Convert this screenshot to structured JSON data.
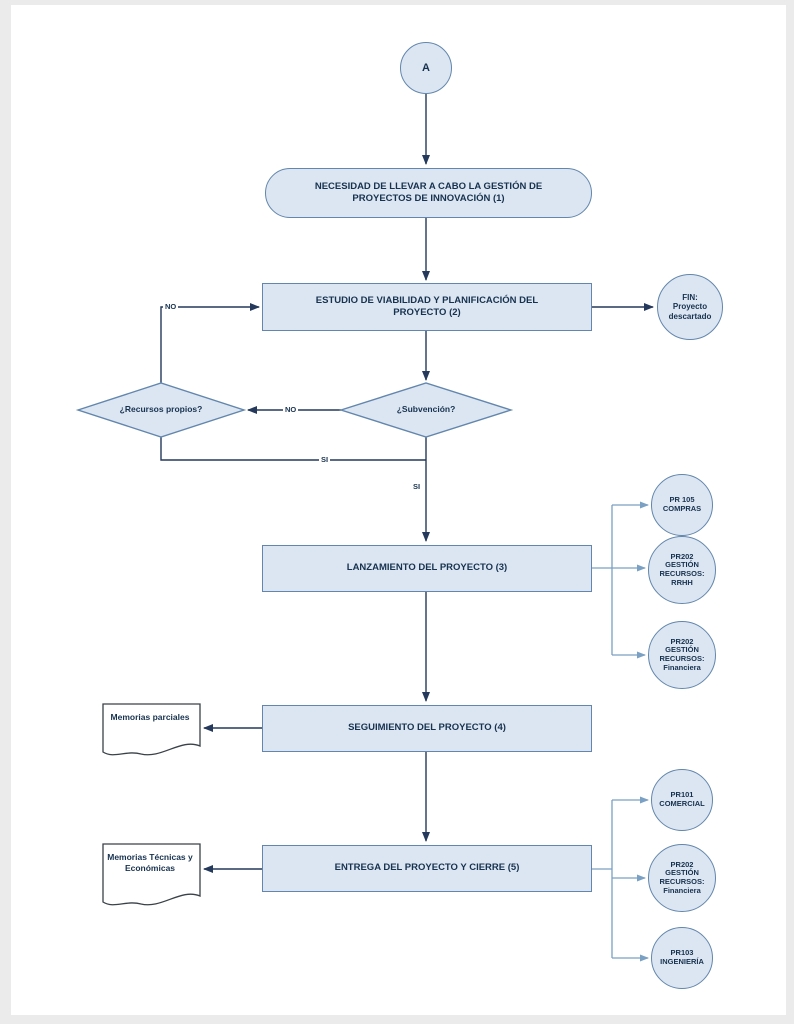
{
  "page": {
    "connector_label": "A",
    "terminator_start": "NECESIDAD DE LLEVAR A CABO LA GESTIÓN DE PROYECTOS DE INNOVACIÓN (1)",
    "step2": "ESTUDIO DE VIABILIDAD Y PLANIFICACIÓN DEL PROYECTO (2)",
    "fin": "FIN: Proyecto descartado",
    "decision_subvencion": "¿Subvención?",
    "decision_recursos": "¿Recursos propios?",
    "step3": "LANZAMIENTO DEL PROYECTO (3)",
    "step4": "SEGUIMIENTO DEL PROYECTO (4)",
    "step5": "ENTREGA DEL PROYECTO Y CIERRE (5)",
    "doc_step4": "Memorias parciales",
    "doc_step5": "Memorias Técnicas y Económicas",
    "labels": {
      "no_to_step2": "NO",
      "no_to_recursos": "NO",
      "si_from_recursos": "SI",
      "si_from_subvencion": "SI"
    },
    "refs_step3": [
      "PR 105 COMPRAS",
      "PR202 GESTIÓN RECURSOS: RRHH",
      "PR202 GESTIÓN RECURSOS: Financiera"
    ],
    "refs_step5": [
      "PR101 COMERCIAL",
      "PR202 GESTIÓN RECURSOS: Financiera",
      "PR103 INGENIERÍA"
    ]
  },
  "colors": {
    "node_fill": "#dce6f2",
    "node_border": "#6286ad",
    "flow_line": "#24395b",
    "ref_line": "#7aa0c4",
    "text": "#17324f",
    "document_border": "#3a4149"
  }
}
